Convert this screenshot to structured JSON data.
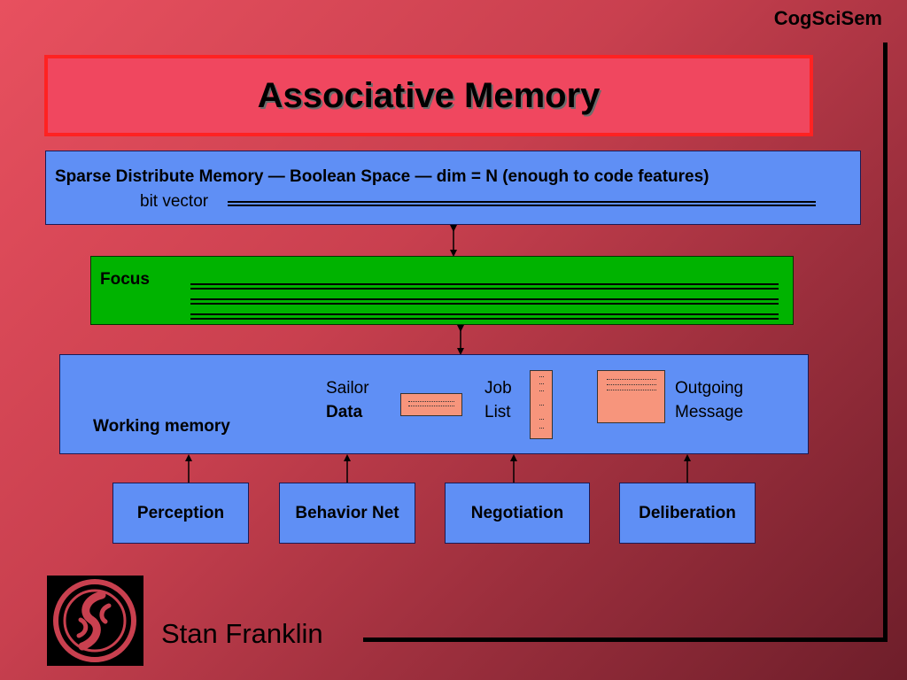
{
  "header": {
    "label": "CogSciSem"
  },
  "title": "Associative Memory",
  "sdm": {
    "description": "Sparse Distribute Memory — Boolean Space — dim = N (enough to code features)",
    "bit_vector_label": "bit vector"
  },
  "focus": {
    "label": "Focus"
  },
  "working_memory": {
    "label": "Working memory",
    "sailor_line1": "Sailor",
    "sailor_line2": "Data",
    "job_line1": "Job",
    "job_line2": "List",
    "outgoing_line1": "Outgoing",
    "outgoing_line2": "Message"
  },
  "modules": [
    "Perception",
    "Behavior Net",
    "Negotiation",
    "Deliberation"
  ],
  "footer": {
    "author": "Stan Franklin"
  },
  "colors": {
    "background": "#c9404f",
    "title_fill": "#f0475f",
    "title_border": "#ff2222",
    "box_blue": "#5f8ff5",
    "focus_green": "#00b300",
    "salmon": "#f7957c"
  }
}
